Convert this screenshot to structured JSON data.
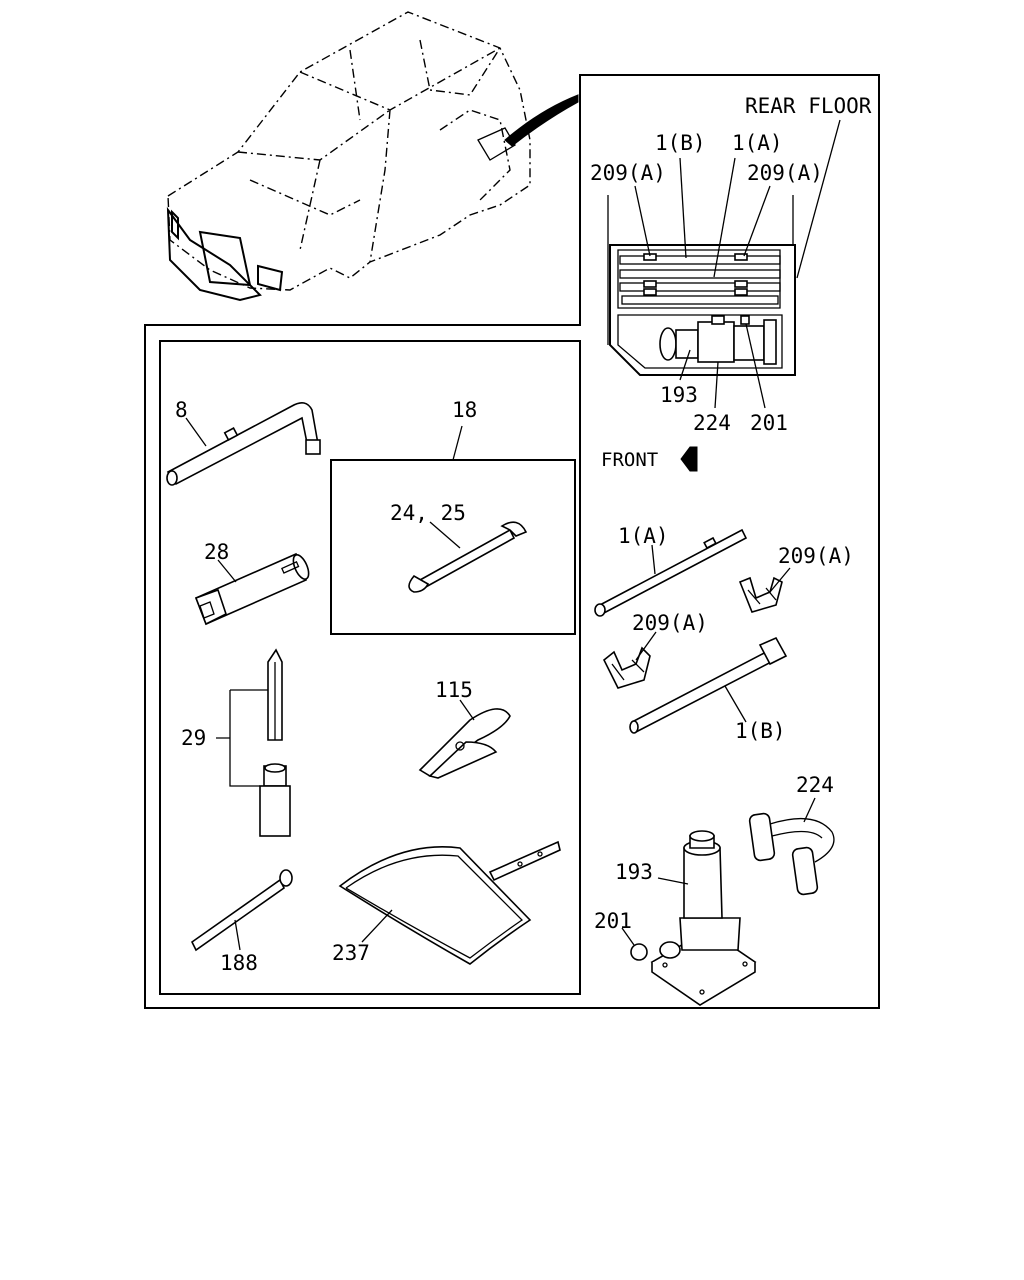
{
  "labels": {
    "rear_floor": "REAR FLOOR",
    "front": "FRONT",
    "p1b_top": "1(B)",
    "p1a_top": "1(A)",
    "p209a_left": "209(A)",
    "p209a_right": "209(A)",
    "p193_top": "193",
    "p224_top": "224",
    "p201_top": "201",
    "p1a": "1(A)",
    "p209a_mid1": "209(A)",
    "p209a_mid2": "209(A)",
    "p1b": "1(B)",
    "p224": "224",
    "p193": "193",
    "p201": "201",
    "p8": "8",
    "p18": "18",
    "p24_25": "24, 25",
    "p28": "28",
    "p115": "115",
    "p29": "29",
    "p188": "188",
    "p237": "237"
  },
  "icons": {
    "front_arrow": "left-arrow-icon"
  }
}
